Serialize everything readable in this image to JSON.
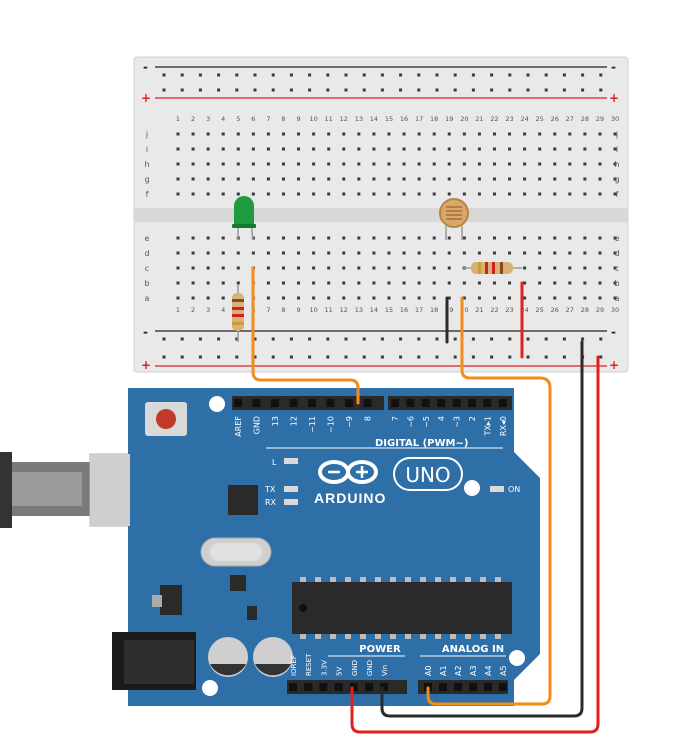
{
  "breadboard": {
    "rail_minus": "-",
    "rail_plus": "+",
    "rows_top": [
      "j",
      "i",
      "h",
      "g",
      "f"
    ],
    "rows_bottom": [
      "e",
      "d",
      "c",
      "b",
      "a"
    ],
    "columns": [
      "1",
      "2",
      "3",
      "4",
      "5",
      "6",
      "7",
      "8",
      "9",
      "10",
      "11",
      "12",
      "13",
      "14",
      "15",
      "16",
      "17",
      "18",
      "19",
      "20",
      "21",
      "22",
      "23",
      "24",
      "25",
      "26",
      "27",
      "28",
      "29",
      "30"
    ],
    "wire_colors": {
      "orange": "#f28c1a",
      "black": "#2b2b2b",
      "red": "#e02020"
    },
    "led_color": "#1f9a3e"
  },
  "arduino": {
    "logo_text": "ARDUINO",
    "model": "UNO",
    "digital_label": "DIGITAL (PWM~)",
    "digital_pins_left": [
      "AREF",
      "GND",
      "13",
      "12",
      "~11",
      "~10",
      "~9",
      "8"
    ],
    "digital_pins_right": [
      "7",
      "~6",
      "~5",
      "4",
      "~3",
      "2",
      "TX▸1",
      "RX◂0"
    ],
    "led_labels": {
      "l": "L",
      "tx": "TX",
      "rx": "RX",
      "on": "ON"
    },
    "power_label": "POWER",
    "power_pins": [
      "IOREF",
      "RESET",
      "3.3V",
      "5V",
      "GND",
      "GND",
      "Vin"
    ],
    "analog_label": "ANALOG IN",
    "analog_pins": [
      "A0",
      "A1",
      "A2",
      "A3",
      "A4",
      "A5"
    ],
    "board_color": "#2f6fa8"
  }
}
